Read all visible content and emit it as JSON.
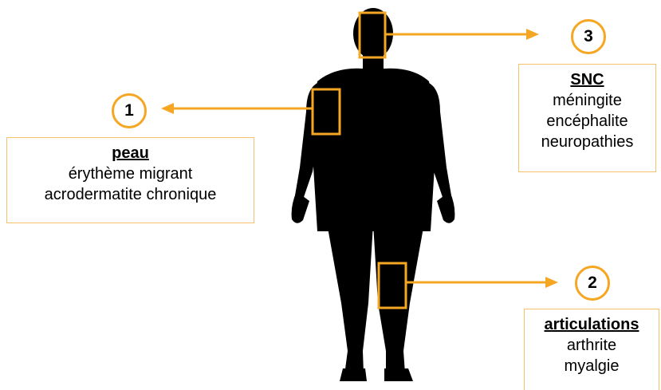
{
  "accent_color": "#f5a623",
  "silhouette_color": "#000000",
  "callouts": [
    {
      "number": "1",
      "title": "peau",
      "lines": [
        "érythème migrant",
        "acrodermatite chronique"
      ]
    },
    {
      "number": "2",
      "title": "articulations",
      "lines": [
        "arthrite",
        "myalgie"
      ]
    },
    {
      "number": "3",
      "title": "SNC",
      "lines": [
        "méningite",
        "encéphalite",
        "neuropathies"
      ]
    }
  ]
}
